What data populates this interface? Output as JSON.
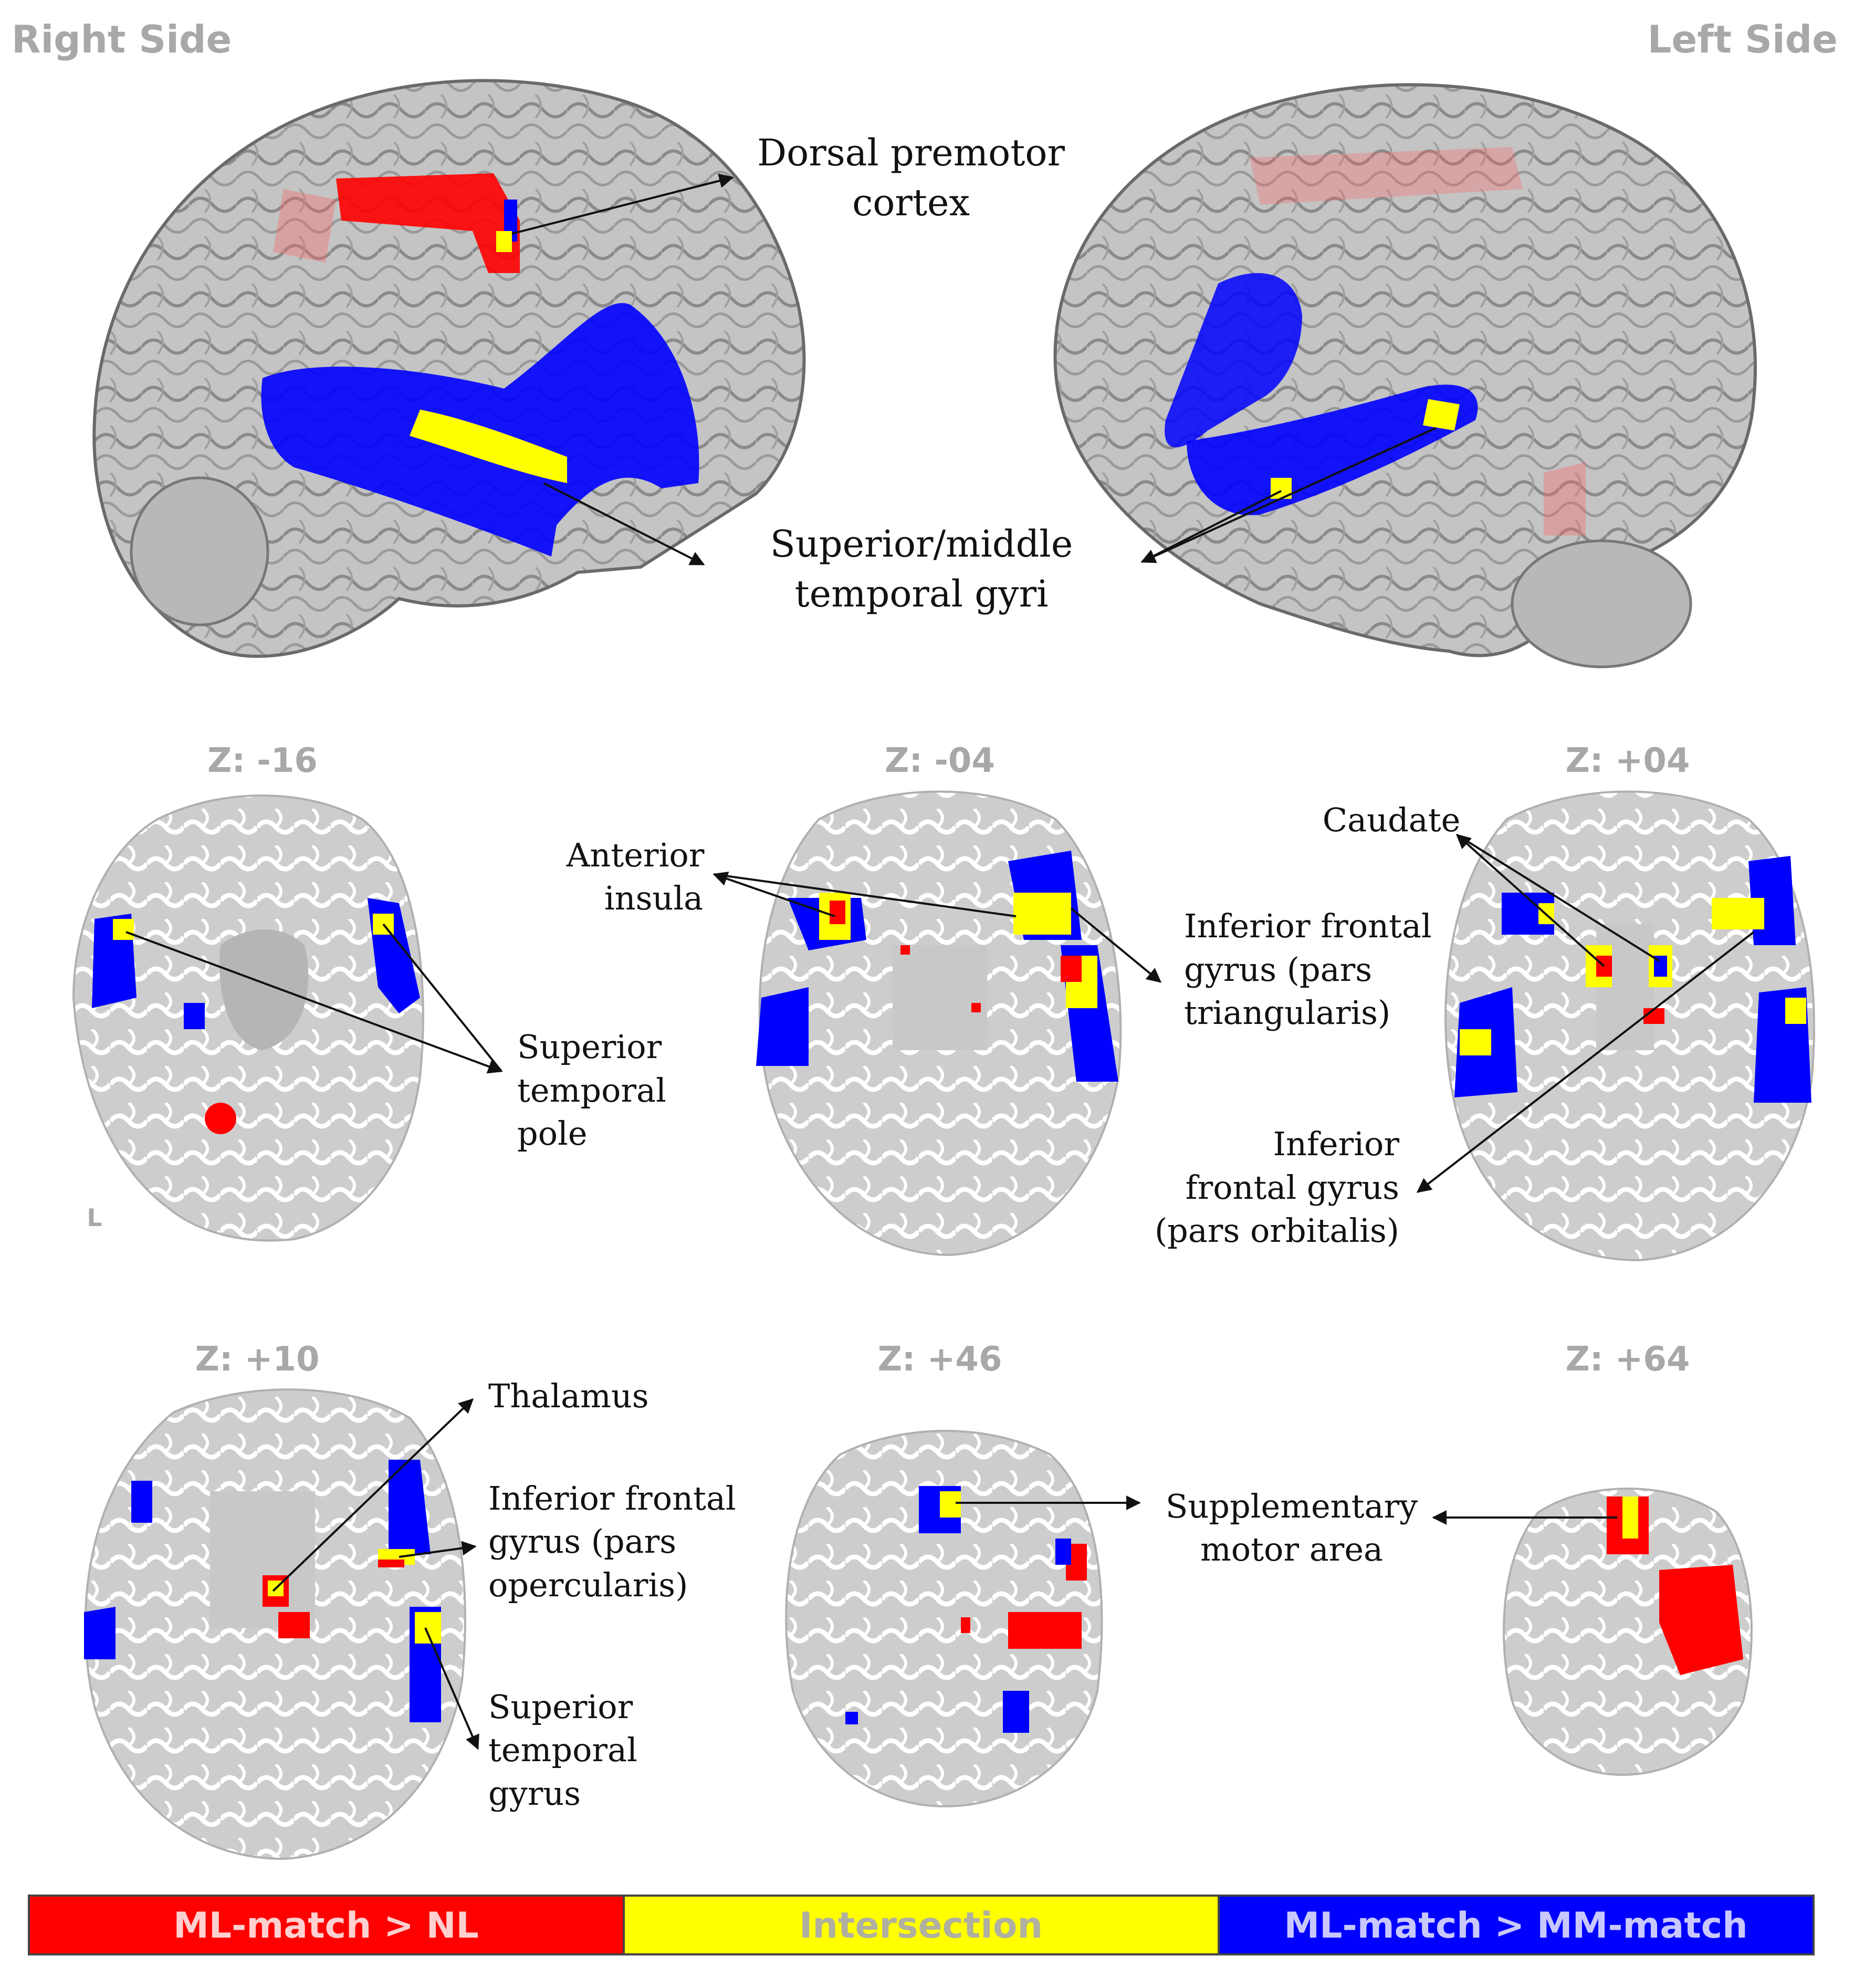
{
  "header": {
    "right_side": "Right Side",
    "left_side": "Left Side"
  },
  "colors": {
    "red": "#ff0000",
    "yellow": "#ffff00",
    "blue": "#0000ff",
    "brain": "#bdbdbd",
    "slice": "#cfcfcf",
    "label_gray": "#a8a8a8"
  },
  "labels": {
    "dorsal_premotor": [
      "Dorsal premotor",
      "cortex"
    ],
    "superior_middle_temporal": [
      "Superior/middle",
      "temporal gyri"
    ],
    "anterior_insula": [
      "Anterior",
      "insula"
    ],
    "superior_temporal_pole": [
      "Superior",
      "temporal",
      "pole"
    ],
    "inferior_frontal_triangularis": [
      "Inferior frontal",
      "gyrus (pars",
      "triangularis)"
    ],
    "caudate": "Caudate",
    "inferior_frontal_orbitalis": [
      "Inferior",
      "frontal gyrus",
      "(pars orbitalis)"
    ],
    "thalamus": "Thalamus",
    "inferior_frontal_opercularis": [
      "Inferior frontal",
      "gyrus (pars",
      "opercularis)"
    ],
    "superior_temporal_gyrus": [
      "Superior",
      "temporal",
      "gyrus"
    ],
    "supplementary_motor": [
      "Supplementary",
      "motor area"
    ]
  },
  "slices": [
    {
      "z": "Z: -16"
    },
    {
      "z": "Z: -04"
    },
    {
      "z": "Z: +04"
    },
    {
      "z": "Z: +10"
    },
    {
      "z": "Z: +46"
    },
    {
      "z": "Z: +64"
    }
  ],
  "orientation_marker": "L",
  "legend": {
    "red": "ML-match > NL",
    "yellow": "Intersection",
    "blue": "ML-match > MM-match"
  }
}
